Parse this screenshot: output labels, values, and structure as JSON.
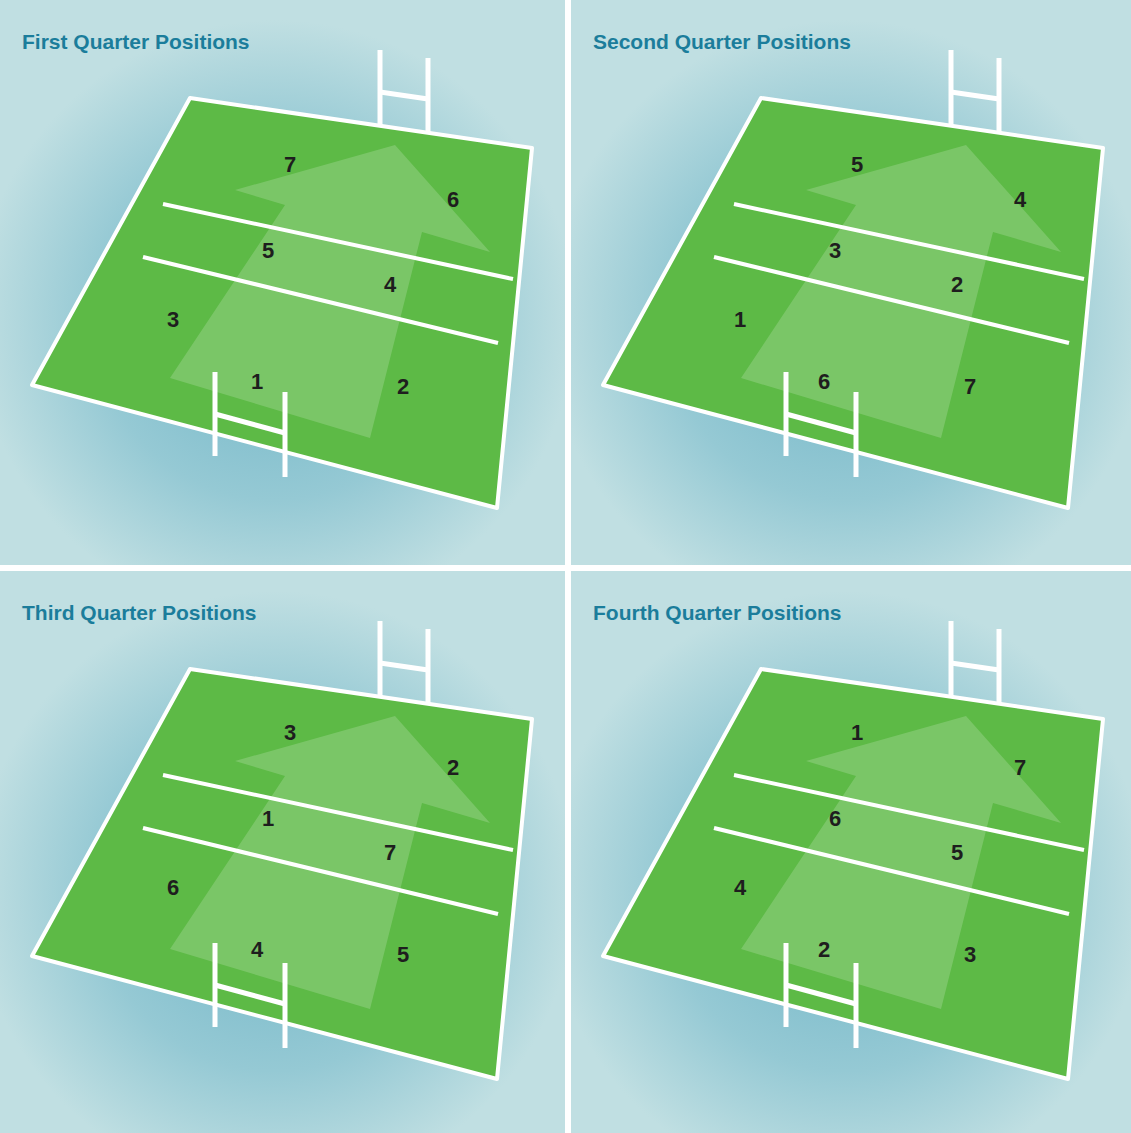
{
  "diagram": {
    "nodes": [
      {
        "text": [
          "First Quarter Positions"
        ]
      },
      {
        "text": [
          "Second Quarter Positions"
        ]
      },
      {
        "text": [
          "Third Quarter Positions"
        ]
      },
      {
        "text": [
          "Fourth Quarter Positions"
        ]
      }
    ],
    "labels": [
      "7",
      "6",
      "5",
      "4",
      "3",
      "1",
      "2",
      "5",
      "4",
      "3",
      "2",
      "1",
      "6",
      "7",
      "3",
      "2",
      "1",
      "7",
      "6",
      "4",
      "5",
      "1",
      "7",
      "6",
      "5",
      "4",
      "2",
      "3"
    ]
  }
}
